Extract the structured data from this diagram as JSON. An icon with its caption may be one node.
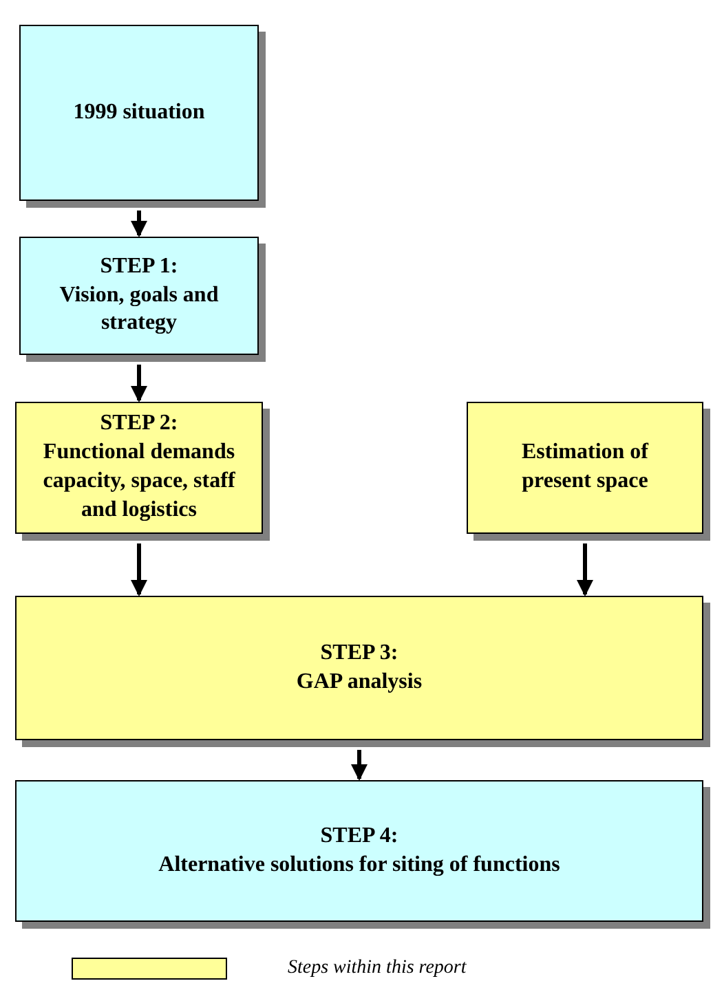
{
  "diagram": {
    "nodes": [
      {
        "text": [
          "1999 situation"
        ]
      },
      {
        "text": [
          "STEP 1:",
          "Vision, goals and strategy"
        ]
      },
      {
        "text": [
          "STEP 2:",
          "Functional demands capacity, space, staff and logistics"
        ]
      },
      {
        "text": [
          "Estimation of present space"
        ]
      },
      {
        "text": [
          "STEP 3:",
          "GAP analysis"
        ]
      },
      {
        "text": [
          "STEP 4:",
          "Alternative solutions for siting of functions"
        ]
      }
    ],
    "edges": [
      {
        "from": 0,
        "to": 1,
        "arrow": "to"
      },
      {
        "from": 1,
        "to": 2,
        "arrow": "to"
      },
      {
        "from": 2,
        "to": 4,
        "arrow": "to"
      },
      {
        "from": 3,
        "to": 4,
        "arrow": "to"
      },
      {
        "from": 4,
        "to": 5,
        "arrow": "to"
      }
    ],
    "legend": [
      {
        "text": "Steps within this report",
        "color": "#ffff99"
      }
    ]
  }
}
